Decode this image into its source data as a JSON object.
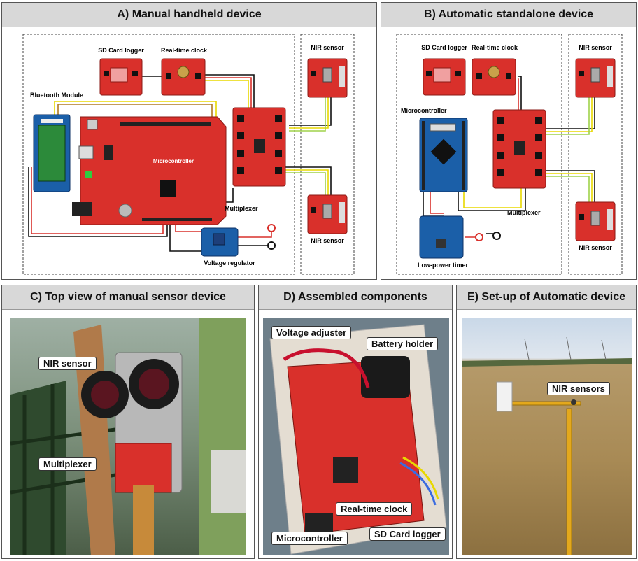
{
  "panels": {
    "a": {
      "title": "A) Manual handheld device"
    },
    "b": {
      "title": "B) Automatic standalone device"
    },
    "c": {
      "title": "C) Top view of manual sensor device"
    },
    "d": {
      "title": "D) Assembled components"
    },
    "e": {
      "title": "E) Set-up of Automatic device"
    }
  },
  "labels_a": {
    "sd_card_logger": "SD Card logger",
    "real_time_clock": "Real-time clock",
    "bluetooth_module": "Bluetooth Module",
    "microcontroller": "Microcontroller",
    "multiplexer": "Multiplexer",
    "nir_sensor_top": "NIR sensor",
    "nir_sensor_bottom": "NIR sensor",
    "voltage_regulator": "Voltage regulator"
  },
  "labels_b": {
    "sd_card_logger": "SD Card logger",
    "real_time_clock": "Real-time clock",
    "microcontroller": "Microcontroller",
    "multiplexer": "Multiplexer",
    "nir_sensor_top": "NIR sensor",
    "nir_sensor_bottom": "NIR sensor",
    "low_power_timer": "Low-power timer"
  },
  "labels_c": {
    "nir_sensor": "NIR sensor",
    "multiplexer": "Multiplexer"
  },
  "labels_d": {
    "voltage_adjuster": "Voltage adjuster",
    "battery_holder": "Battery holder",
    "real_time_clock": "Real-time clock",
    "microcontroller": "Microcontroller",
    "sd_card_logger": "SD Card logger"
  },
  "labels_e": {
    "nir_sensors": "NIR sensors"
  },
  "colors": {
    "board_red": "#d9302b",
    "board_blue": "#1b5fa8",
    "title_bg": "#d8d8d8"
  }
}
